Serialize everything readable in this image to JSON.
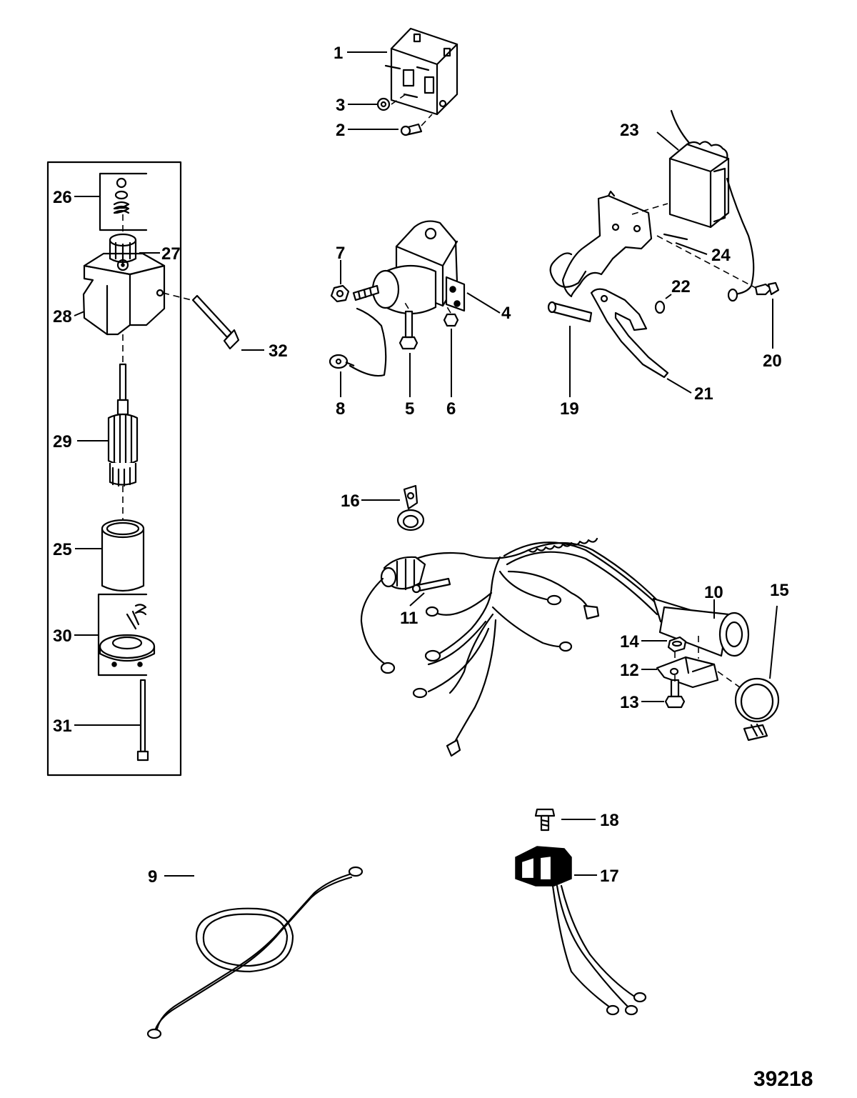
{
  "callouts": [
    {
      "id": "1",
      "label": "1"
    },
    {
      "id": "2",
      "label": "2"
    },
    {
      "id": "3",
      "label": "3"
    },
    {
      "id": "4",
      "label": "4"
    },
    {
      "id": "5",
      "label": "5"
    },
    {
      "id": "6",
      "label": "6"
    },
    {
      "id": "7",
      "label": "7"
    },
    {
      "id": "8",
      "label": "8"
    },
    {
      "id": "9",
      "label": "9"
    },
    {
      "id": "10",
      "label": "10"
    },
    {
      "id": "11",
      "label": "11"
    },
    {
      "id": "12",
      "label": "12"
    },
    {
      "id": "13",
      "label": "13"
    },
    {
      "id": "14",
      "label": "14"
    },
    {
      "id": "15",
      "label": "15"
    },
    {
      "id": "16",
      "label": "16"
    },
    {
      "id": "17",
      "label": "17"
    },
    {
      "id": "18",
      "label": "18"
    },
    {
      "id": "19",
      "label": "19"
    },
    {
      "id": "20",
      "label": "20"
    },
    {
      "id": "21",
      "label": "21"
    },
    {
      "id": "22",
      "label": "22"
    },
    {
      "id": "23",
      "label": "23"
    },
    {
      "id": "24",
      "label": "24"
    },
    {
      "id": "25",
      "label": "25"
    },
    {
      "id": "26",
      "label": "26"
    },
    {
      "id": "27",
      "label": "27"
    },
    {
      "id": "28",
      "label": "28"
    },
    {
      "id": "29",
      "label": "29"
    },
    {
      "id": "30",
      "label": "30"
    },
    {
      "id": "31",
      "label": "31"
    },
    {
      "id": "32",
      "label": "32"
    }
  ],
  "document_number": "39218"
}
